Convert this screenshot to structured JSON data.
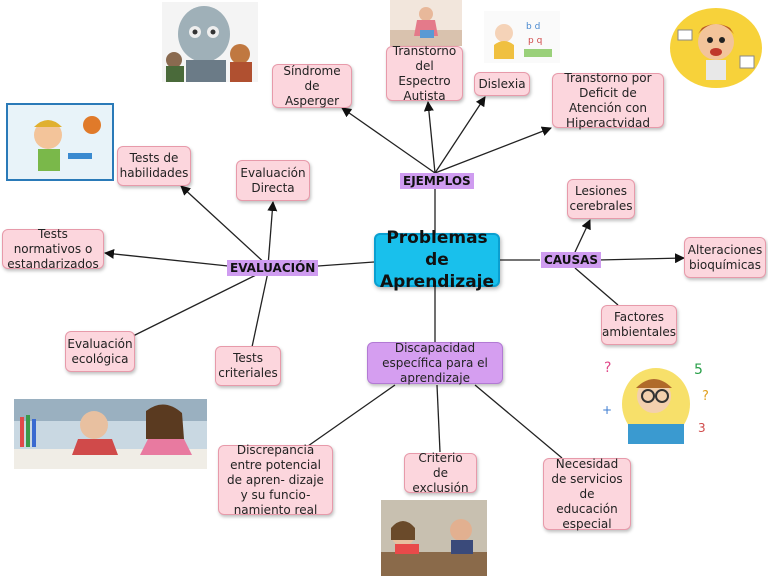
{
  "central": "Problemas de Aprendizaje",
  "labels": {
    "ejemplos": "EJEMPLOS",
    "evaluacion": "EVALUACIÓN",
    "causas": "CAUSAS"
  },
  "ejemplos": {
    "asperger": "Síndrome de Asperger",
    "autismo": "Transtorno del Espectro Autista",
    "dislexia": "Dislexia",
    "tdah": "Transtorno por Deficit de Atención con Hiperactvidad"
  },
  "evaluacion": {
    "habilidades": "Tests de habilidades",
    "directa": "Evaluación Directa",
    "normativos": "Tests normativos o estandarizados",
    "ecologica": "Evaluación ecológica",
    "criteriales": "Tests criteriales"
  },
  "causas": {
    "lesiones": "Lesiones cerebrales",
    "bioquimicas": "Alteraciones bioquímicas",
    "ambientales": "Factores ambientales"
  },
  "discapacidad": {
    "title": "Discapacidad específica para el aprendizaje",
    "discrepancia": "Discrepancia entre potencial de apren- dizaje y su funcio- namiento real",
    "exclusion": "Criterio de exclusión",
    "servicios": "Necesidad de servicios de educación especial"
  }
}
